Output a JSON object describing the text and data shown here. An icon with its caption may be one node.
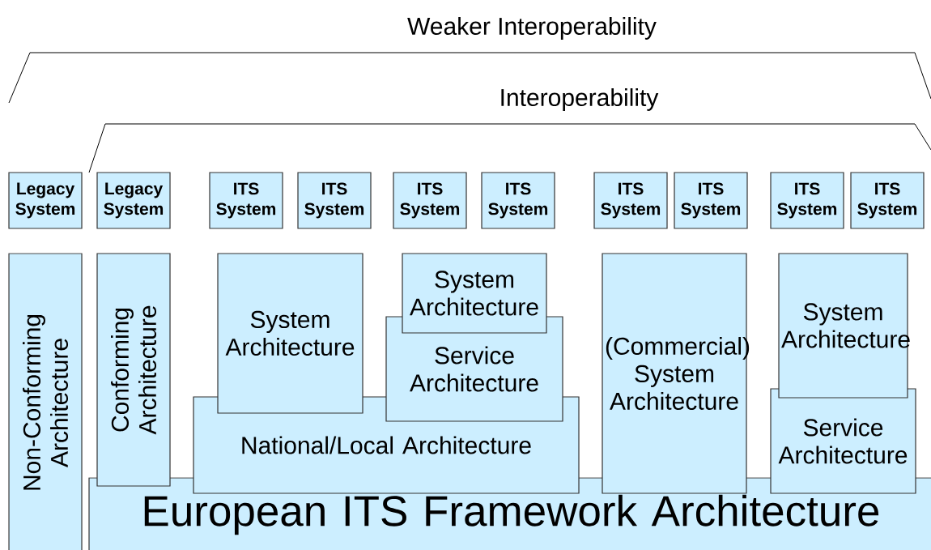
{
  "diagram": {
    "nodes": [
      {
        "text": [
          "Legacy System"
        ]
      },
      {
        "text": [
          "Legacy System"
        ]
      },
      {
        "text": [
          "ITS System"
        ]
      },
      {
        "text": [
          "ITS System"
        ]
      },
      {
        "text": [
          "ITS System"
        ]
      },
      {
        "text": [
          "ITS System"
        ]
      },
      {
        "text": [
          "ITS System"
        ]
      },
      {
        "text": [
          "ITS System"
        ]
      },
      {
        "text": [
          "ITS System"
        ]
      },
      {
        "text": [
          "ITS System"
        ]
      },
      {
        "text": [
          "Non-Conforming Architecture"
        ]
      },
      {
        "text": [
          "Conforming Architecture"
        ]
      },
      {
        "text": [
          "System Architecture"
        ]
      },
      {
        "text": [
          "System Architecture"
        ]
      },
      {
        "text": [
          "Service Architecture"
        ]
      },
      {
        "text": [
          "(Commercial) System Architecture"
        ]
      },
      {
        "text": [
          "System Architecture"
        ]
      },
      {
        "text": [
          "Service Architecture"
        ]
      },
      {
        "text": [
          "National/Local Architecture"
        ]
      },
      {
        "text": [
          "European ITS Framework Architecture"
        ]
      }
    ],
    "labels": [
      "Weaker Interoperability",
      "Interoperability"
    ]
  }
}
